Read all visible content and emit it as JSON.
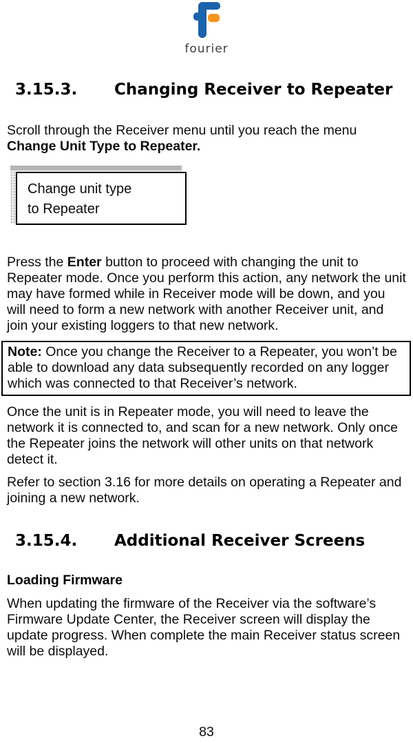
{
  "logo": {
    "brand": "fourier",
    "blue": "#1b63ad",
    "orange": "#f7941e"
  },
  "headings": {
    "s1_number": "3.15.3.",
    "s1_title": "Changing Receiver to Repeater",
    "s2_number": "3.15.4.",
    "s2_title": "Additional Receiver Screens",
    "sub1": "Loading Firmware"
  },
  "paragraphs": {
    "p1_text": "Scroll through the Receiver menu until you reach the menu",
    "p1_bold": "Change Unit Type to Repeater.",
    "p2_pre": "Press the ",
    "p2_bold": "Enter",
    "p2_post": " button to proceed with changing the unit to Repeater mode. Once you perform this action, any network the unit may have formed while in Receiver mode will be down, and you will need to form a new network with another Receiver unit, and join your existing loggers to that new network.",
    "p3": "Once the unit is in Repeater mode, you will need to leave the network it is connected to, and scan for a new network. Only once the Repeater joins the network will other units on that network detect it.",
    "p4": "Refer to section 3.16 for more details on operating a Repeater and joining a new network.",
    "p5": "When updating the firmware of the Receiver via the software’s Firmware Update Center, the Receiver screen will display the update progress. When complete the main Receiver status screen will be displayed."
  },
  "note": {
    "label": "Note:",
    "text": " Once you change the Receiver to a Repeater, you won’t be able to download any data subsequently recorded on any logger which was connected to that Receiver’s network."
  },
  "screen": {
    "line1": "Change unit type",
    "line2": "to Repeater"
  },
  "footer": {
    "page_number": "83"
  }
}
